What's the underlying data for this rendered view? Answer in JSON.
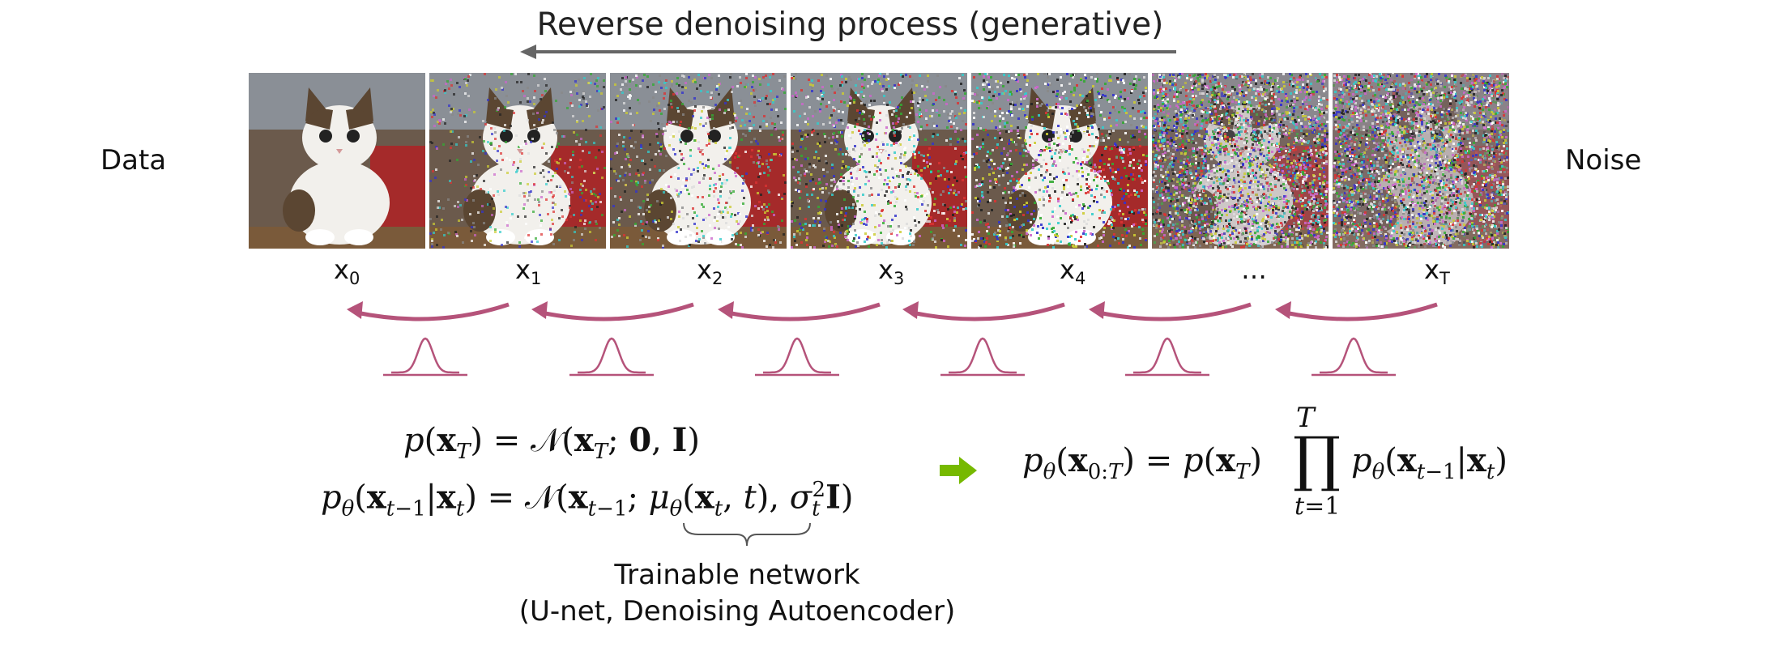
{
  "title": "Reverse denoising process (generative)",
  "left_label": "Data",
  "right_label": "Noise",
  "frames": [
    {
      "label": "x",
      "sub": "0"
    },
    {
      "label": "x",
      "sub": "1"
    },
    {
      "label": "x",
      "sub": "2"
    },
    {
      "label": "x",
      "sub": "3"
    },
    {
      "label": "x",
      "sub": "4"
    },
    {
      "label": "…",
      "sub": ""
    },
    {
      "label": "x",
      "sub": "T"
    }
  ],
  "equations": {
    "prior_lhs": "p(x",
    "prior_rhs": ") = 𝒩(x",
    "prior_args": "; 0, I)",
    "transition_lhs": "p",
    "transition_text": "= 𝒩(x",
    "joint_text": "p(x",
    "product_upper": "T",
    "product_lower": "t=1"
  },
  "caption_line1": "Trainable network",
  "caption_line2": "(U-net, Denoising Autoencoder)",
  "colors": {
    "arrow": "#b5537a",
    "gaussian": "#b5537a",
    "header_arrow": "#666666",
    "implication_arrow": "#76b900"
  }
}
